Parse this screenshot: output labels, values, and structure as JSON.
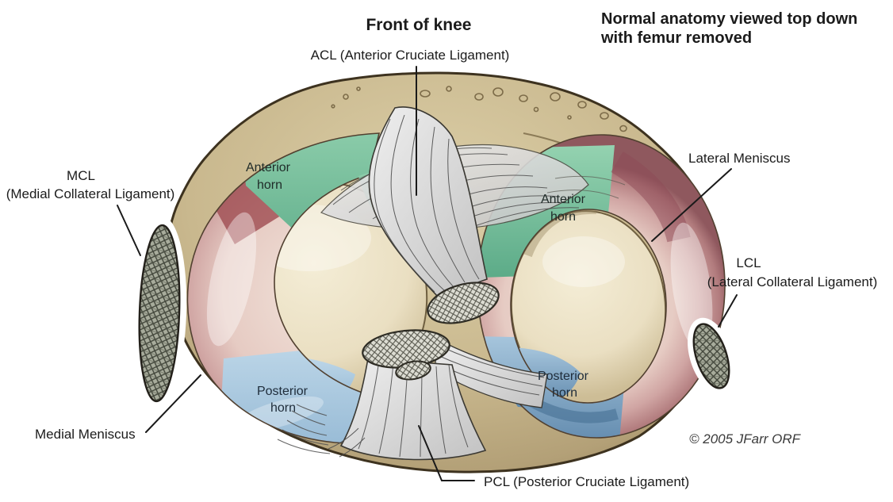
{
  "title": {
    "line1": "Normal anatomy viewed top down",
    "line2": "with femur removed"
  },
  "annotations": {
    "front_of_knee": "Front of knee",
    "acl": "ACL (Anterior Cruciate Ligament)",
    "pcl": "PCL (Posterior Cruciate Ligament)",
    "mcl_abbr": "MCL",
    "mcl_full": "(Medial Collateral Ligament)",
    "lcl_abbr": "LCL",
    "lcl_full": "(Lateral Collateral Ligament)",
    "lateral_meniscus": "Lateral Meniscus",
    "medial_meniscus": "Medial Meniscus"
  },
  "horns": {
    "anterior": "Anterior",
    "posterior": "Posterior",
    "horn": "horn"
  },
  "copyright": "© 2005 JFarr ORF",
  "colors": {
    "background": "#ffffff",
    "bone_tan": "#c7b68c",
    "bone_outline": "#3d321f",
    "meniscus_pink": "#c89da0",
    "meniscus_deep_red": "#94565e",
    "anterior_horn_green": "#7ec8a2",
    "posterior_horn_blue_medial": "#aacbe2",
    "posterior_horn_blue_lateral": "#86abc8",
    "plateau_cream": "#ece3c8",
    "ligament_gray": "#d8d8d8",
    "collateral_hatch": "#a4a898",
    "label_text": "#1b1b1b"
  }
}
